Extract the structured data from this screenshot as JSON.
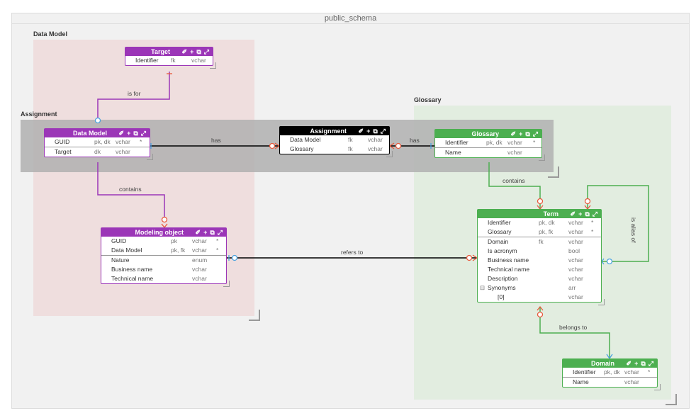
{
  "schema": {
    "title": "public_schema"
  },
  "areas": {
    "data_model": "Data Model",
    "assignment": "Assignment",
    "glossary": "Glossary"
  },
  "colors": {
    "purple": "#9b36b7",
    "black": "#000000",
    "green": "#4caf50",
    "red_marker": "#e8593c",
    "blue_marker": "#4aa3df"
  },
  "icons": [
    "pin-icon",
    "plus-icon",
    "open-icon",
    "expand-icon"
  ],
  "entities": {
    "target": {
      "title": "Target",
      "rows": [
        [
          "Identifier",
          "fk",
          "vchar",
          ""
        ]
      ]
    },
    "data_model": {
      "title": "Data Model",
      "rows": [
        [
          "GUID",
          "pk, dk",
          "vchar",
          "*"
        ],
        [
          "Target",
          "dk",
          "vchar",
          ""
        ]
      ]
    },
    "assignment": {
      "title": "Assignment",
      "rows": [
        [
          "Data Model",
          "fk",
          "vchar",
          ""
        ],
        [
          "Glossary",
          "fk",
          "vchar",
          ""
        ]
      ]
    },
    "glossary": {
      "title": "Glossary",
      "rows": [
        [
          "Identifier",
          "pk, dk",
          "vchar",
          "*"
        ],
        [
          "Name",
          "",
          "vchar",
          ""
        ]
      ]
    },
    "modeling_object": {
      "title": "Modeling object",
      "rows": [
        [
          "GUID",
          "pk",
          "vchar",
          "*"
        ],
        [
          "Data Model",
          "pk, fk",
          "vchar",
          "*"
        ],
        [
          "Nature",
          "",
          "enum",
          ""
        ],
        [
          "Business name",
          "",
          "vchar",
          ""
        ],
        [
          "Technical name",
          "",
          "vchar",
          ""
        ]
      ]
    },
    "term": {
      "title": "Term",
      "rows": [
        [
          "Identifier",
          "pk, dk",
          "vchar",
          "*"
        ],
        [
          "Glossary",
          "pk, fk",
          "vchar",
          "*"
        ],
        [
          "Domain",
          "fk",
          "vchar",
          ""
        ],
        [
          "Is acronym",
          "",
          "bool",
          ""
        ],
        [
          "Business name",
          "",
          "vchar",
          ""
        ],
        [
          "Technical name",
          "",
          "vchar",
          ""
        ],
        [
          "Description",
          "",
          "vchar",
          ""
        ],
        [
          "Synonyms",
          "",
          "arr",
          ""
        ],
        [
          "[0]",
          "",
          "vchar",
          ""
        ]
      ]
    },
    "domain": {
      "title": "Domain",
      "rows": [
        [
          "Identifier",
          "pk, dk",
          "vchar",
          "*"
        ],
        [
          "Name",
          "",
          "vchar",
          ""
        ]
      ]
    }
  },
  "relationships": {
    "is_for": "is for",
    "has_1": "has",
    "has_2": "has",
    "contains_1": "contains",
    "contains_2": "contains",
    "refers_to": "refers to",
    "is_alias_of": "is alias of",
    "belongs_to": "belongs to"
  }
}
